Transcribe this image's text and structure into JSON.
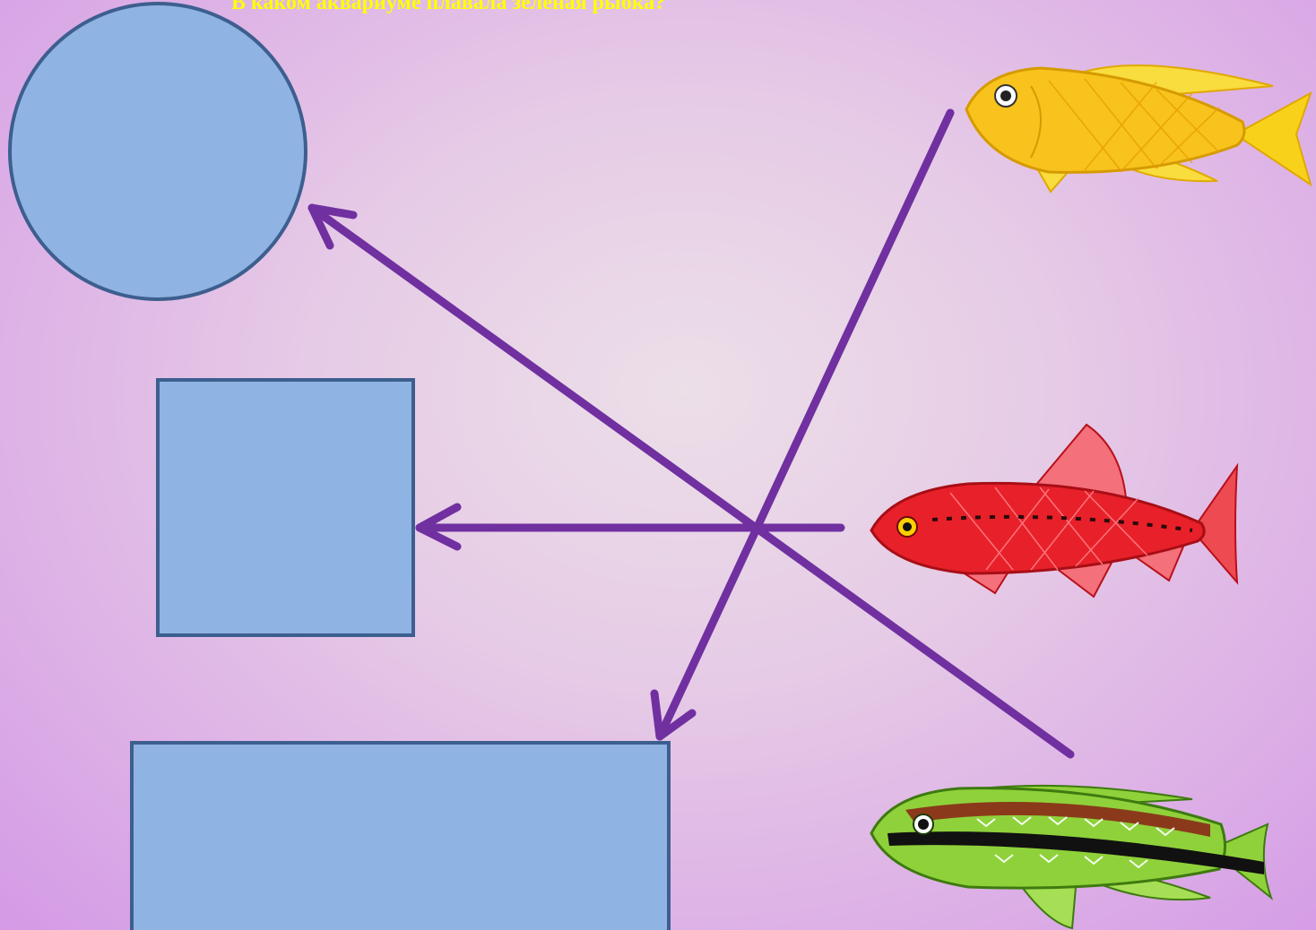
{
  "slide": {
    "question": "В каком аквариуме плавала зеленая рыбка?"
  },
  "aquariums": [
    {
      "shape": "circle"
    },
    {
      "shape": "square"
    },
    {
      "shape": "rectangle"
    }
  ],
  "fish": [
    {
      "color_name": "yellow",
      "color": "#f5c300"
    },
    {
      "color_name": "red",
      "color": "#e8202a"
    },
    {
      "color_name": "green",
      "color": "#8fd13a"
    }
  ],
  "colors": {
    "arrow": "#7030a0",
    "aquarium_fill": "#8fb3e2",
    "aquarium_border": "#3d5f8f",
    "question_text": "#ffff00"
  }
}
